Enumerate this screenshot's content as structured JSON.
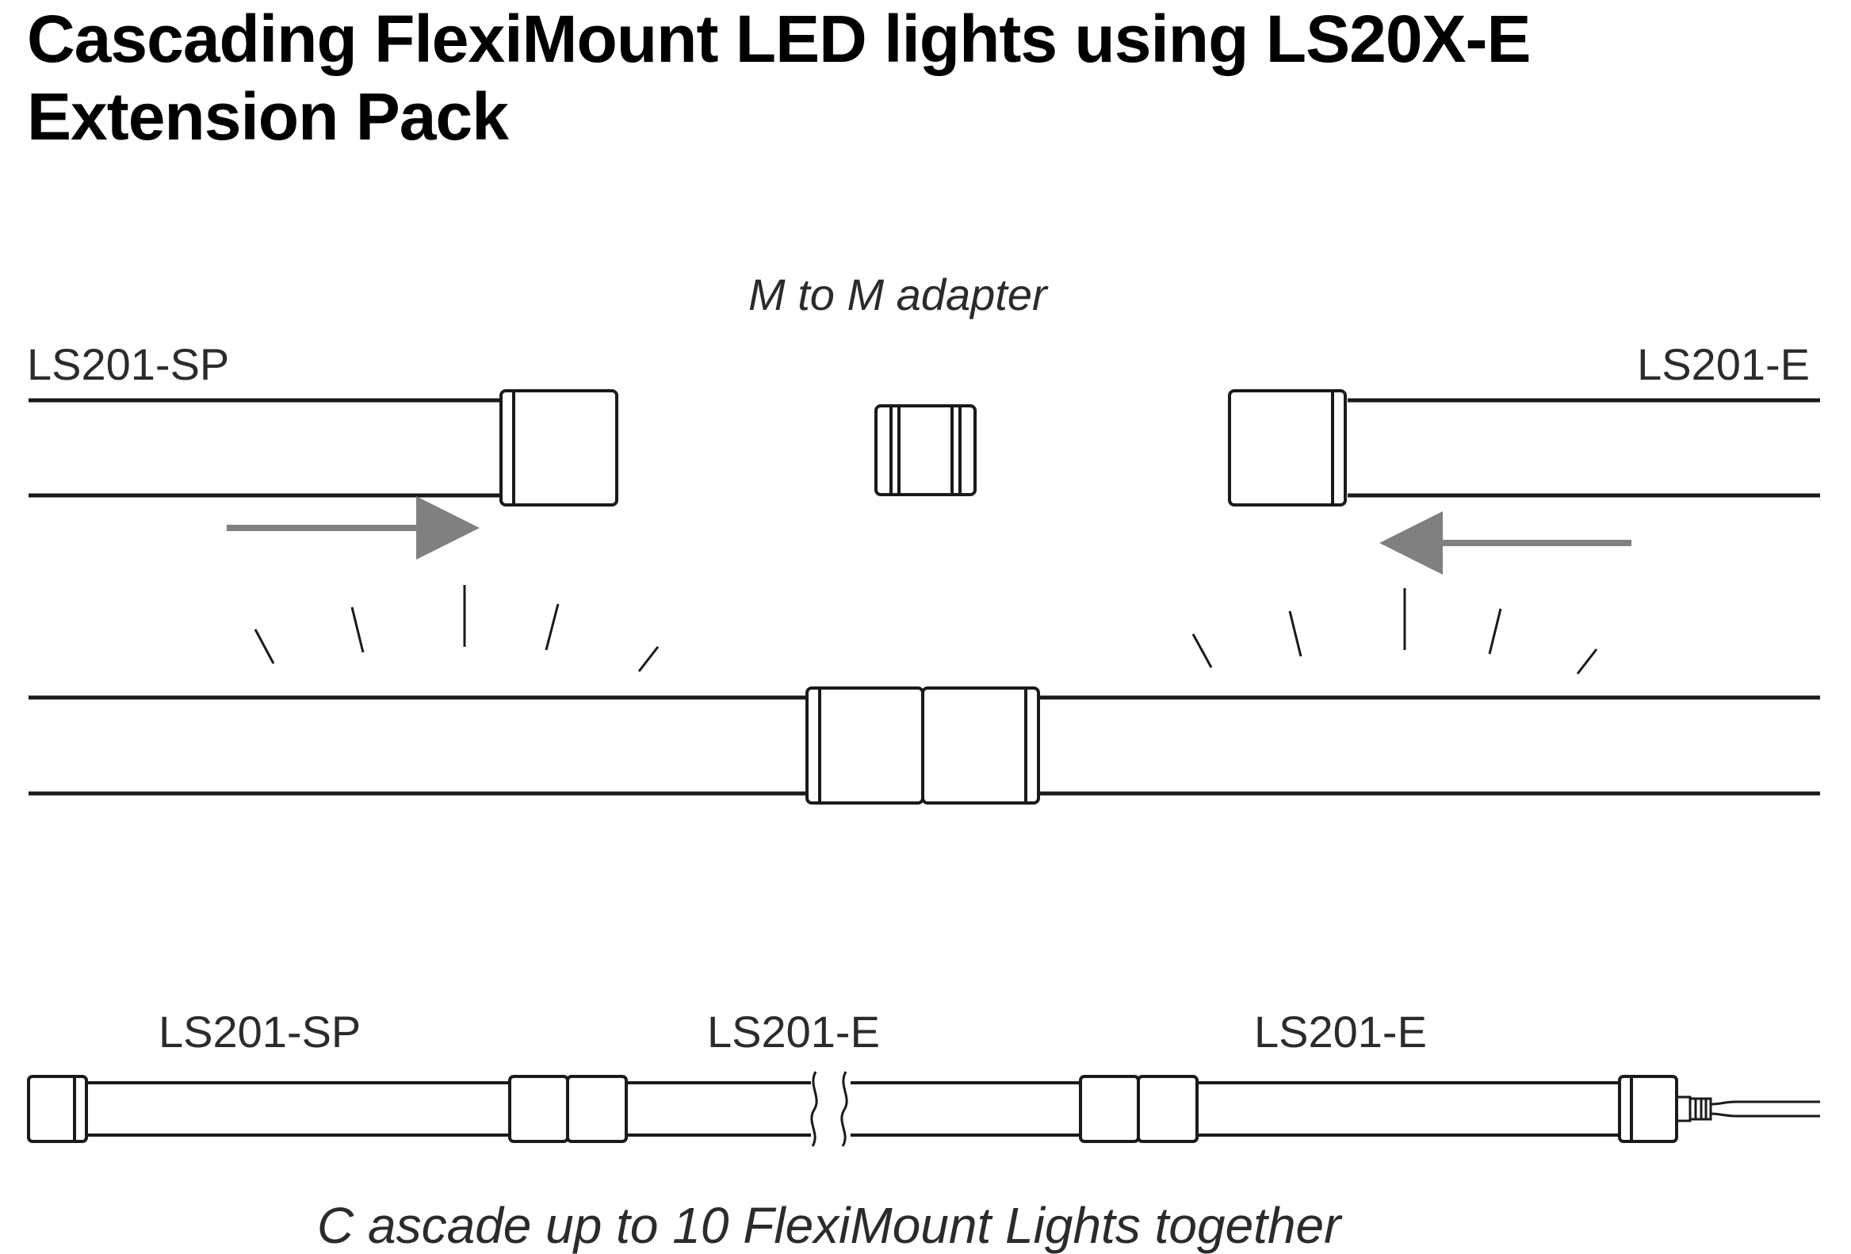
{
  "title": {
    "line1": "Cascading FlexiMount LED lights using LS20X-E",
    "line2": "Extension Pack"
  },
  "labels": {
    "adapter": "M to M adapter",
    "left_light": "LS201-SP",
    "right_light": "LS201-E",
    "chain_first": "LS201-SP",
    "chain_second": "LS201-E",
    "chain_third": "LS201-E",
    "caption": "C ascade up to 10 FlexiMount Lights together"
  },
  "colors": {
    "line": "#1a1a1a",
    "arrow": "#808080",
    "background": "#ffffff"
  },
  "icons": {
    "push_arrows": "arrow-right / arrow-left",
    "click_burst": "radiating tick marks"
  }
}
